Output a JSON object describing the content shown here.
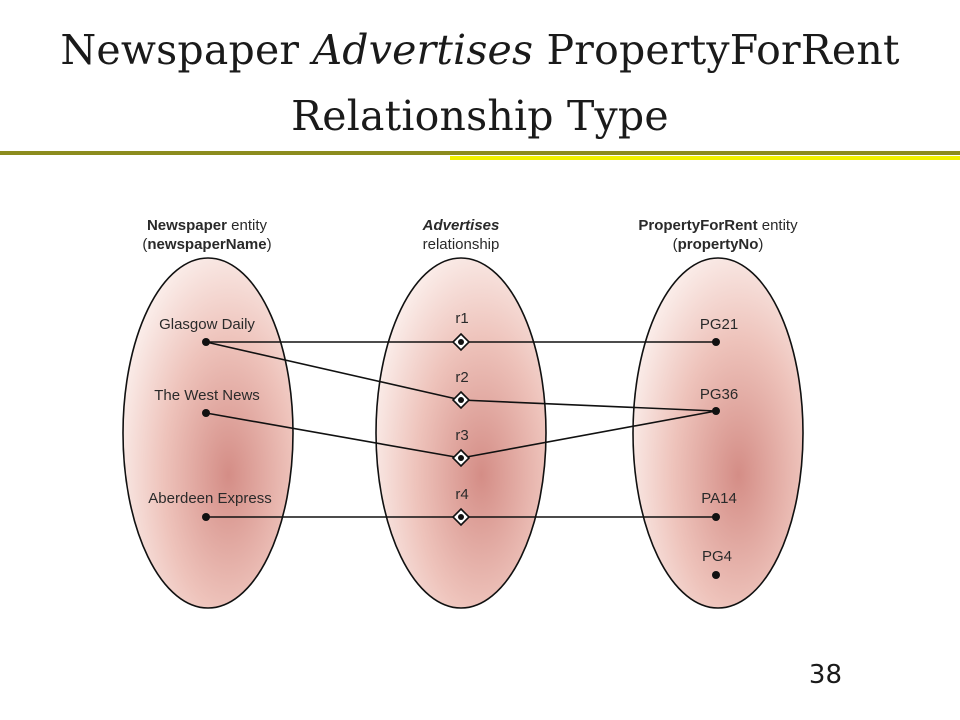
{
  "title": {
    "line1_part1": "Newspaper ",
    "line1_part2": "Advertises",
    "line1_part3": " PropertyForRent",
    "line2": "Relationship Type"
  },
  "columns": {
    "left": {
      "name": "Newspaper",
      "suffix": " entity",
      "key_open": "(",
      "key": "newspaperName",
      "key_close": ")"
    },
    "middle": {
      "name": "Advertises",
      "subtitle": "relationship"
    },
    "right": {
      "name": "PropertyForRent",
      "suffix": " entity",
      "key_open": "(",
      "key": "propertyNo",
      "key_close": ")"
    }
  },
  "newspapers": [
    "Glasgow Daily",
    "The West News",
    "Aberdeen Express"
  ],
  "relationships": [
    "r1",
    "r2",
    "r3",
    "r4"
  ],
  "properties": [
    "PG21",
    "PG36",
    "PA14",
    "PG4"
  ],
  "links": [
    {
      "rel": "r1",
      "newspaper": "Glasgow Daily",
      "property": "PG21"
    },
    {
      "rel": "r2",
      "newspaper": "Glasgow Daily",
      "property": "PG36"
    },
    {
      "rel": "r3",
      "newspaper": "The West News",
      "property": "PG36"
    },
    {
      "rel": "r4",
      "newspaper": "Aberdeen Express",
      "property": "PA14"
    }
  ],
  "page_number": "38",
  "colors": {
    "ellipse_fill_center": "#d99a92",
    "ellipse_fill_edge": "#fbf0ec",
    "line": "#111111"
  }
}
